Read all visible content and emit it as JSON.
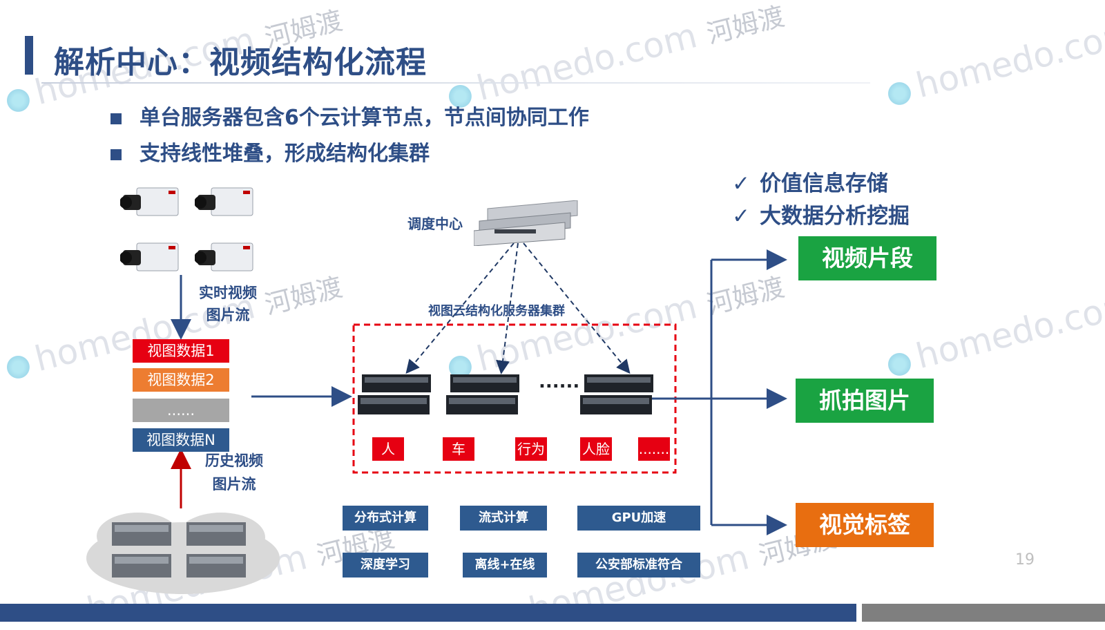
{
  "header": {
    "title": "解析中心：视频结构化流程"
  },
  "bullets": [
    "单台服务器包含6个云计算节点，节点间协同工作",
    "支持线性堆叠，形成结构化集群"
  ],
  "checks": [
    "价值信息存储",
    "大数据分析挖掘"
  ],
  "diagram": {
    "dispatch_center": "调度中心",
    "cluster_label": "视图云结构化服务器集群",
    "realtime_stream": [
      "实时视频",
      "图片流"
    ],
    "history_stream": [
      "历史视频",
      "图片流"
    ],
    "data_items": [
      {
        "label": "视图数据1",
        "color": "#e60012"
      },
      {
        "label": "视图数据2",
        "color": "#ed7d31"
      },
      {
        "label": "......",
        "color": "#a6a6a6"
      },
      {
        "label": "视图数据N",
        "color": "#2e5a8f"
      }
    ],
    "ellipsis": "......",
    "tags": [
      "人",
      "车",
      "行为",
      "人脸",
      "......."
    ],
    "tech": [
      "分布式计算",
      "流式计算",
      "GPU加速",
      "深度学习",
      "离线+在线",
      "公安部标准符合"
    ],
    "outputs": [
      {
        "label": "视频片段",
        "color": "#1aa342"
      },
      {
        "label": "抓拍图片",
        "color": "#1aa342"
      },
      {
        "label": "视觉标签",
        "color": "#e86e10"
      }
    ]
  },
  "watermark": {
    "brand": "homedo.com",
    "cn": "河姆渡"
  },
  "page_number": "19"
}
